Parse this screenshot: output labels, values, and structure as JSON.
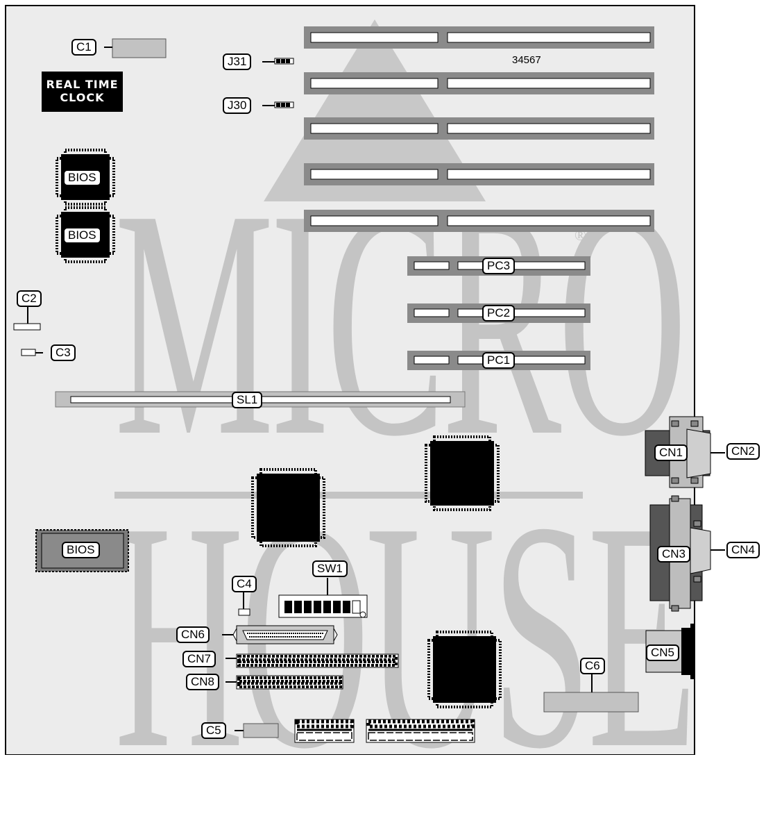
{
  "labels": {
    "c1": "C1",
    "c2": "C2",
    "c3": "C3",
    "c4": "C4",
    "c5": "C5",
    "c6": "C6",
    "j31": "J31",
    "j30": "J30",
    "pc1": "PC1",
    "pc2": "PC2",
    "pc3": "PC3",
    "sl1": "SL1",
    "sw1": "SW1",
    "cn1": "CN1",
    "cn2": "CN2",
    "cn3": "CN3",
    "cn4": "CN4",
    "cn5": "CN5",
    "cn6": "CN6",
    "cn7": "CN7",
    "cn8": "CN8"
  },
  "chips": {
    "rtc_line1": "REAL TIME",
    "rtc_line2": "CLOCK",
    "bios_top": "BIOS",
    "bios_middle": "BIOS",
    "bios_bottom": "BIOS"
  },
  "slot_number": "34567",
  "watermark": {
    "line1": "MICRO",
    "line2": "HOUSE",
    "registered": "®"
  },
  "colors": {
    "board": "#ececec",
    "slot": "#8a8a8a",
    "chip": "#000000",
    "watermark": "#c4c4c4",
    "connector": "#9a9a9a"
  }
}
